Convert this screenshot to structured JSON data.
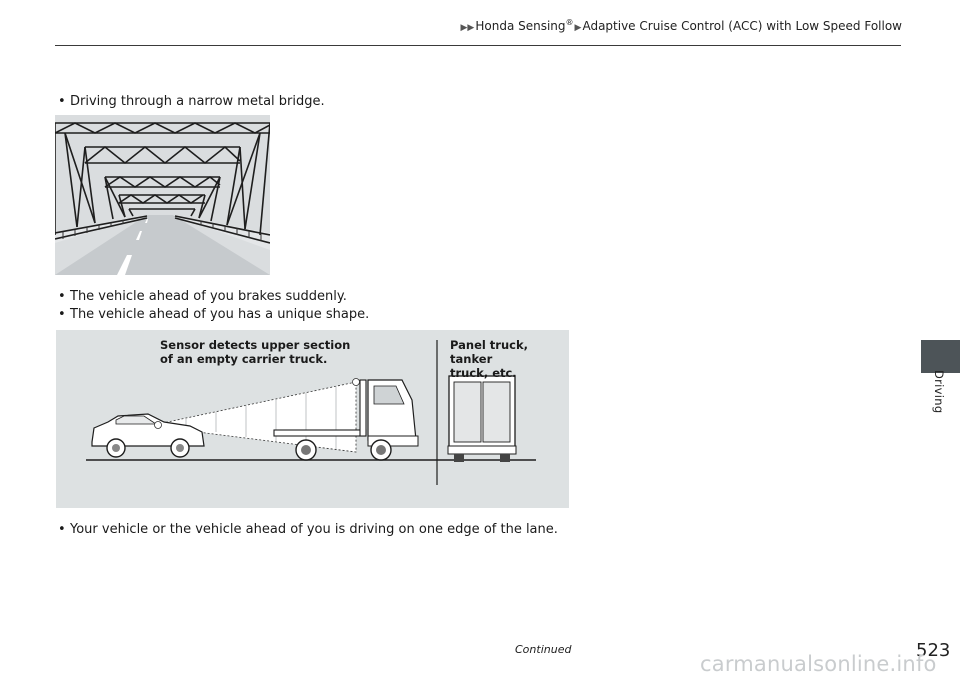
{
  "header": {
    "crumb1": "Honda Sensing",
    "crumb1_mark": "®",
    "crumb2": "Adaptive Cruise Control (ACC) with Low Speed Follow"
  },
  "side_tab": {
    "label": "Driving"
  },
  "bullets": [
    "Driving through a narrow metal bridge.",
    "The vehicle ahead of you brakes suddenly.",
    "The vehicle ahead of you has a unique shape.",
    "Your vehicle or the vehicle ahead of you is driving on one edge of the lane."
  ],
  "truck_figure": {
    "label_left_line1": "Sensor detects upper section",
    "label_left_line2": "of an empty carrier truck.",
    "label_right_line1": "Panel truck, tanker",
    "label_right_line2": "truck, etc."
  },
  "footer": {
    "continued": "Continued",
    "page_number": "523",
    "watermark": "carmanualsonline.info"
  }
}
